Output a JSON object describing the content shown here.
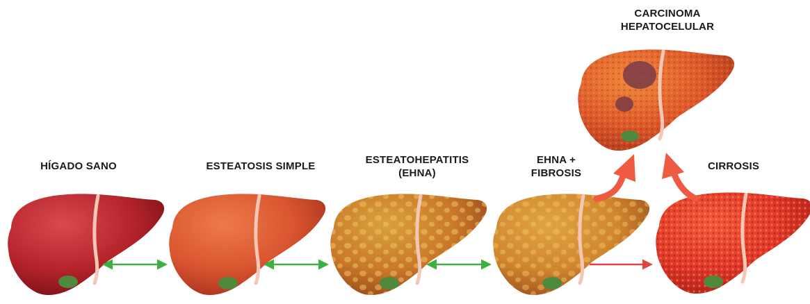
{
  "stages": [
    {
      "id": "healthy",
      "lines": [
        "HÍGADO SANO"
      ]
    },
    {
      "id": "steatosis",
      "lines": [
        "ESTEATOSIS SIMPLE"
      ]
    },
    {
      "id": "nash",
      "lines": [
        "ESTEATOHEPATITIS",
        "(EHNA)"
      ]
    },
    {
      "id": "nash-fibrosis",
      "lines": [
        "EHNA +",
        "FIBROSIS"
      ]
    },
    {
      "id": "cirrhosis",
      "lines": [
        "CIRROSIS"
      ]
    },
    {
      "id": "carcinoma",
      "lines": [
        "CARCINOMA",
        "HEPATOCELULAR"
      ]
    }
  ],
  "colors": {
    "healthy": "#b5242b",
    "steatosis": "#d9552f",
    "nash": "#c9782a",
    "nash_fibrosis": "#d0862e",
    "cirrhosis": "#e0372a",
    "carcinoma": "#dd5a2a",
    "reversible_arrow": "#3cb043",
    "progression_arrow": "#e0463f",
    "ligament": "#f3c6b5",
    "gallbladder": "#4f8a3c"
  },
  "arrows": {
    "reversible": [
      "healthy-steatosis",
      "steatosis-nash",
      "nash-fibrosis"
    ],
    "progression": [
      "fibrosis-cirrhosis",
      "fibrosis-carcinoma",
      "cirrhosis-carcinoma"
    ]
  }
}
